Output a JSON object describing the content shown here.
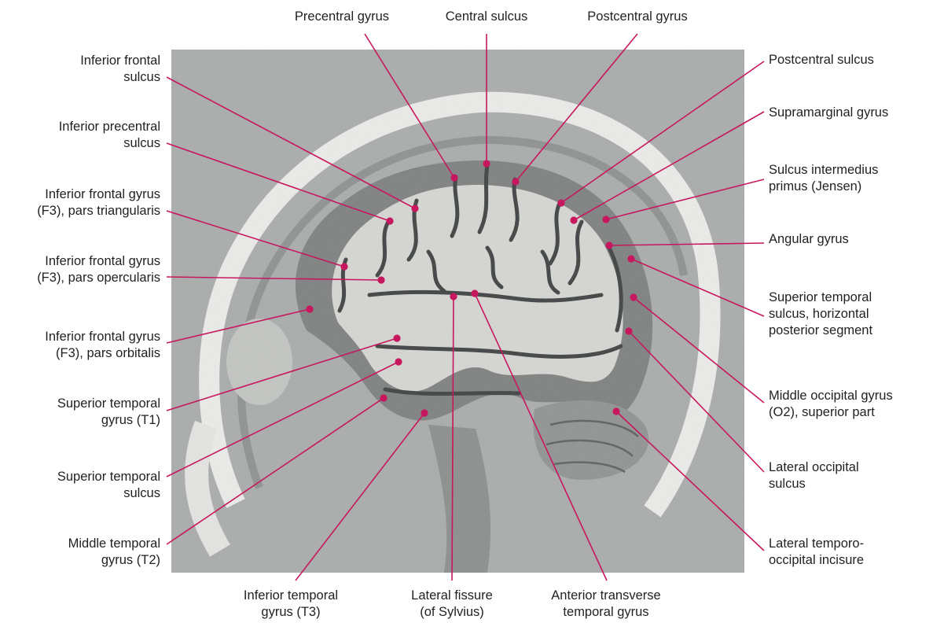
{
  "figure": {
    "colors": {
      "leader": "#c7175e",
      "text": "#231f20",
      "mri_background": "#a9acab",
      "skull_bright": "#eeeeec",
      "white_matter": "#d7d8d4",
      "gray_matter": "#7c7f7e",
      "sulcus_dark": "#3b3e3e"
    },
    "labels": {
      "precentral_gyrus": "Precentral gyrus",
      "central_sulcus": "Central sulcus",
      "postcentral_gyrus": "Postcentral gyrus",
      "inferior_frontal_sulcus": "Inferior frontal\nsulcus",
      "inferior_precentral_sulcus": "Inferior precentral\nsulcus",
      "ifg_pars_triangularis": "Inferior frontal gyrus\n(F3), pars triangularis",
      "ifg_pars_opercularis": "Inferior frontal gyrus\n(F3), pars opercularis",
      "ifg_pars_orbitalis": "Inferior frontal gyrus\n(F3), pars orbitalis",
      "superior_temporal_gyrus": "Superior temporal\ngyrus (T1)",
      "superior_temporal_sulcus": "Superior temporal\nsulcus",
      "middle_temporal_gyrus": "Middle temporal\ngyrus (T2)",
      "inferior_temporal_gyrus": "Inferior temporal\ngyrus (T3)",
      "lateral_fissure": "Lateral fissure\n(of Sylvius)",
      "anterior_transverse_temporal_gyrus": "Anterior transverse\ntemporal gyrus",
      "postcentral_sulcus": "Postcentral sulcus",
      "supramarginal_gyrus": "Supramarginal gyrus",
      "sulcus_intermedius_primus": "Sulcus intermedius\nprimus (Jensen)",
      "angular_gyrus": "Angular gyrus",
      "sts_horizontal_posterior_segment": "Superior temporal\nsulcus, horizontal\nposterior segment",
      "middle_occipital_gyrus_superior_part": "Middle occipital gyrus\n(O2), superior part",
      "lateral_occipital_sulcus": "Lateral occipital\nsulcus",
      "lateral_temporo_occipital_incisure": "Lateral temporo-\noccipital incisure"
    }
  }
}
